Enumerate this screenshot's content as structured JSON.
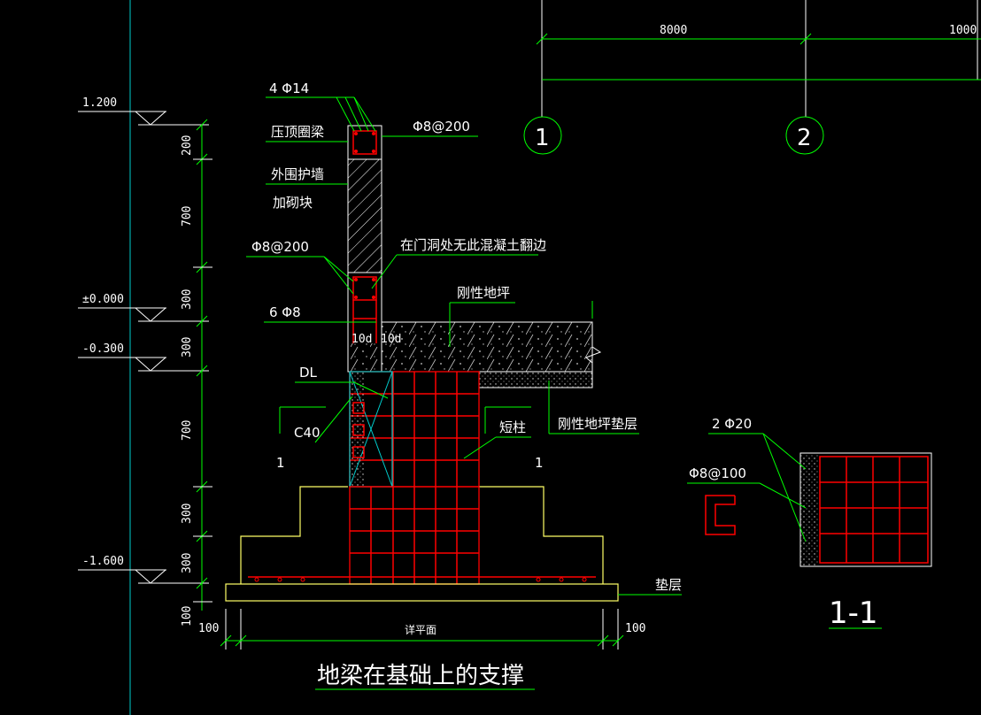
{
  "colors": {
    "background": "#000000",
    "text": "#ffffff",
    "leader": "#00ff00",
    "rebar": "#ff0000",
    "outline": "#ffff66",
    "brace": "#00cccc"
  },
  "grid": {
    "dim_8000": "8000",
    "dim_10000": "1000",
    "axis_1": "1",
    "axis_2": "2"
  },
  "elevations": {
    "e1": "1.200",
    "e2": "±0.000",
    "e3": "-0.300",
    "e4": "-1.600"
  },
  "vertical_dims": {
    "d1": "200",
    "d2": "700",
    "d3": "300",
    "d4": "300",
    "d5": "700",
    "d6": "300",
    "d7": "300",
    "d8": "100"
  },
  "labels": {
    "top_bars": "4 Φ14",
    "cap_beam": "压顶圈梁",
    "outer_wall": "外围护墙",
    "add_block": "加砌块",
    "stirrup_cap": "Φ8@200",
    "door_note": "在门洞处无此混凝土翻边",
    "stirrup_mid": "Φ8@200",
    "rigid_floor": "刚性地坪",
    "six_bars": "6 Φ8",
    "ten_d_left": "10d",
    "ten_d_right": "10d",
    "dl": "DL",
    "c40": "C40",
    "short_col": "短柱",
    "floor_cushion": "刚性地坪垫层",
    "section_mark_left": "1",
    "section_mark_right": "1",
    "cushion": "垫层",
    "plan_ref": "详平面",
    "dim_left": "100",
    "dim_right": "100"
  },
  "section": {
    "bars": "2 Φ20",
    "stirrups": "Φ8@100",
    "name": "1-1"
  },
  "caption": "地梁在基础上的支撑"
}
